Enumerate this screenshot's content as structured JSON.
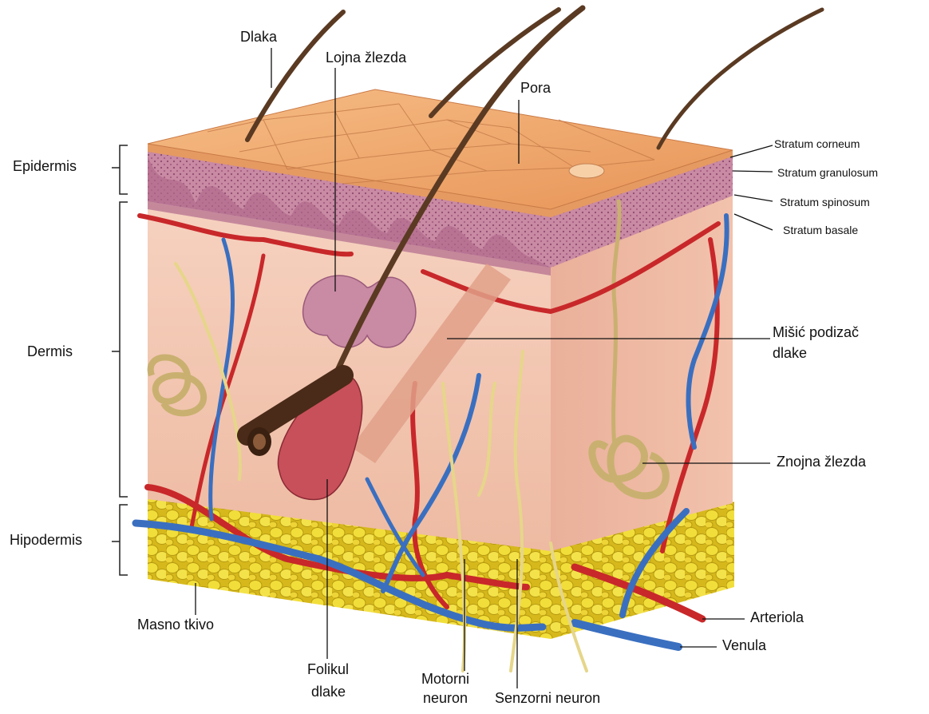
{
  "labels": {
    "dlaka": "Dlaka",
    "lojna_zlezda": "Lojna žlezda",
    "pora": "Pora",
    "epidermis": "Epidermis",
    "dermis": "Dermis",
    "hipodermis": "Hipodermis",
    "stratum_corneum": "Stratum corneum",
    "stratum_granulosum": "Stratum granulosum",
    "stratum_spinosum": "Stratum spinosum",
    "stratum_basale": "Stratum basale",
    "misic_line1": "Mišić podizač",
    "misic_line2": "dlake",
    "znojna_zlezda": "Znojna žlezda",
    "arteriola": "Arteriola",
    "venula": "Venula",
    "masno_tkivo": "Masno tkivo",
    "folikul_line1": "Folikul",
    "folikul_line2": "dlake",
    "motorni_line1": "Motorni",
    "motorni_line2": "neuron",
    "senzorni_neuron": "Senzorni neuron"
  },
  "colors": {
    "epidermis_surface": "#f0a66a",
    "epidermis_layer": "#c27a9a",
    "dermis": "#f2c4b0",
    "hypodermis_fat": "#e8d030",
    "artery": "#c8282a",
    "vein": "#3a6fc0",
    "nerve": "#e6d68a",
    "hair": "#5a3a22"
  }
}
